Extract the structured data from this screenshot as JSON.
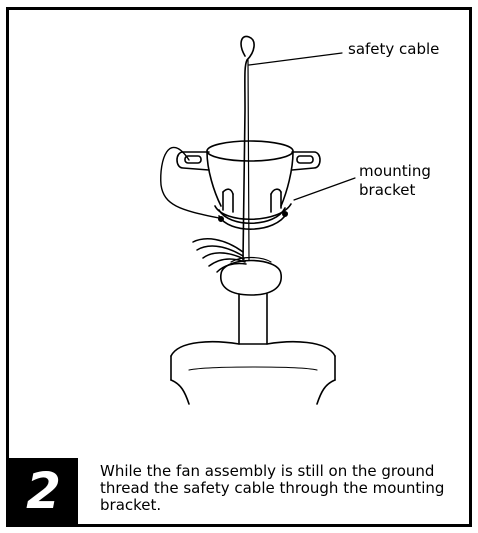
{
  "callouts": {
    "safety_cable": "safety cable",
    "mounting_bracket": "mounting\nbracket"
  },
  "step": {
    "number": "2",
    "instruction": "While the fan assembly is still on the ground thread the safety cable through the mounting bracket."
  },
  "colors": {
    "ink": "#000000",
    "paper": "#ffffff"
  }
}
